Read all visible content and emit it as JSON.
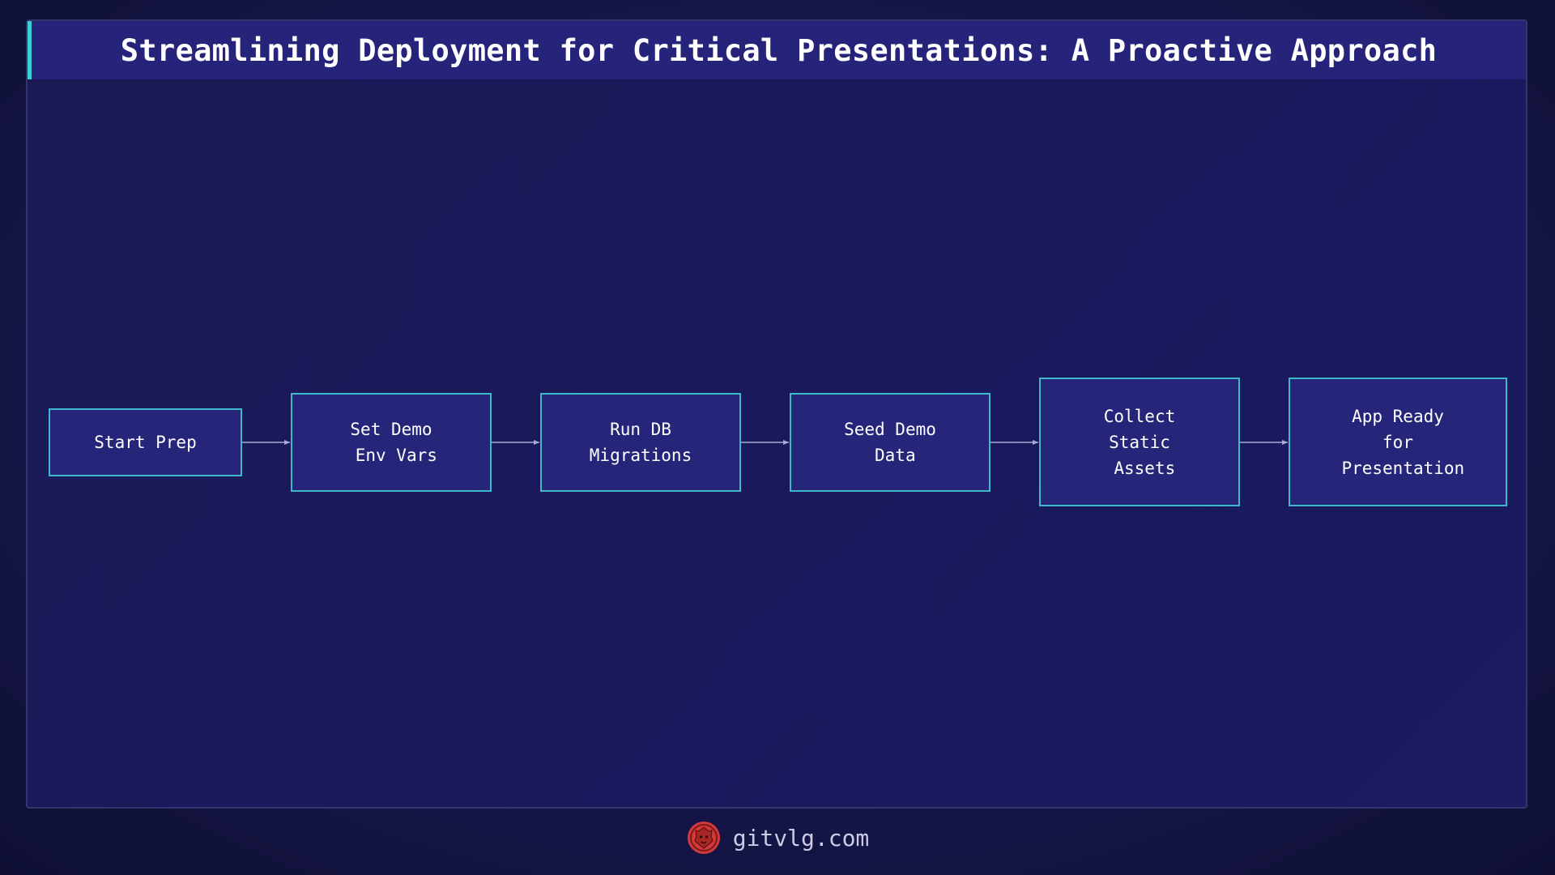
{
  "title": "Streamlining Deployment for Critical Presentations: A Proactive Approach",
  "flow": {
    "nodes": [
      {
        "id": "start",
        "label": "Start Prep"
      },
      {
        "id": "env",
        "label": "Set Demo\n Env Vars"
      },
      {
        "id": "migrate",
        "label": "Run DB\nMigrations"
      },
      {
        "id": "seed",
        "label": "Seed Demo\n Data"
      },
      {
        "id": "static",
        "label": "Collect\nStatic\n Assets"
      },
      {
        "id": "ready",
        "label": "App Ready\nfor\n Presentation"
      }
    ],
    "edges": [
      {
        "from": "start",
        "to": "env"
      },
      {
        "from": "env",
        "to": "migrate"
      },
      {
        "from": "migrate",
        "to": "seed"
      },
      {
        "from": "seed",
        "to": "static"
      },
      {
        "from": "static",
        "to": "ready"
      }
    ]
  },
  "footer": {
    "site": "gitvlg.com",
    "logo_icon": "lion-head-icon"
  },
  "colors": {
    "background": "#15164a",
    "title_bar": "#25247a",
    "accent": "#3ccfcf",
    "node_fill": "#25257a",
    "node_border": "#3db8cc",
    "edge": "#a9abd6",
    "logo": "#d23a3a"
  }
}
